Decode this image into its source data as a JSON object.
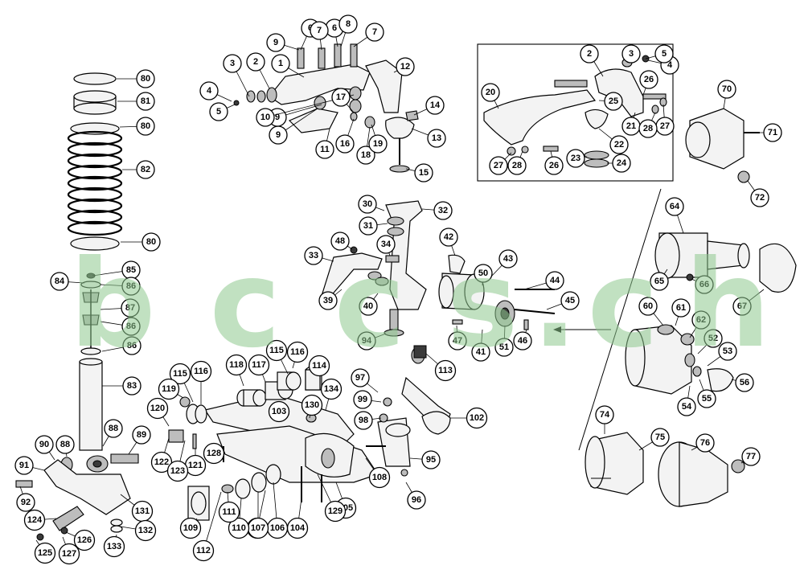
{
  "watermark": {
    "letters": [
      "b",
      "c",
      "c",
      "s",
      ".",
      "c",
      "h"
    ],
    "color": "#8fc98f"
  },
  "callouts": {
    "upper_arm_group": [
      "1",
      "2",
      "3",
      "4",
      "5",
      "6",
      "6",
      "7",
      "7",
      "8",
      "9",
      "9",
      "9",
      "10",
      "11",
      "12",
      "13",
      "14",
      "15",
      "16",
      "17",
      "18",
      "19"
    ],
    "inset_group": [
      "2",
      "3",
      "4",
      "5",
      "20",
      "21",
      "22",
      "23",
      "24",
      "25",
      "26",
      "26",
      "27",
      "27",
      "28",
      "28"
    ],
    "spring_shock_group": [
      "80",
      "81",
      "80",
      "82",
      "80",
      "83",
      "84",
      "85",
      "86",
      "86",
      "87",
      "86",
      "88",
      "88",
      "89",
      "90",
      "91",
      "92"
    ],
    "stub_axle_group": [
      "30",
      "31",
      "32",
      "33",
      "34",
      "39",
      "40",
      "41",
      "42",
      "43",
      "44",
      "45",
      "46",
      "47",
      "48",
      "50",
      "51",
      "94"
    ],
    "hub_group": [
      "52",
      "53",
      "54",
      "55",
      "56",
      "60",
      "61",
      "62",
      "64",
      "65",
      "66",
      "67",
      "70",
      "71",
      "72",
      "74",
      "75",
      "76",
      "77"
    ],
    "lower_arm_group": [
      "95",
      "96",
      "97",
      "98",
      "99",
      "102",
      "103",
      "104",
      "105",
      "106",
      "106",
      "107",
      "108",
      "109",
      "110",
      "111",
      "112",
      "113",
      "114",
      "115",
      "115",
      "116",
      "116",
      "117",
      "118",
      "119",
      "120",
      "121",
      "122",
      "123",
      "124",
      "125",
      "126",
      "127",
      "128",
      "129",
      "130",
      "131",
      "132",
      "133",
      "134"
    ]
  }
}
